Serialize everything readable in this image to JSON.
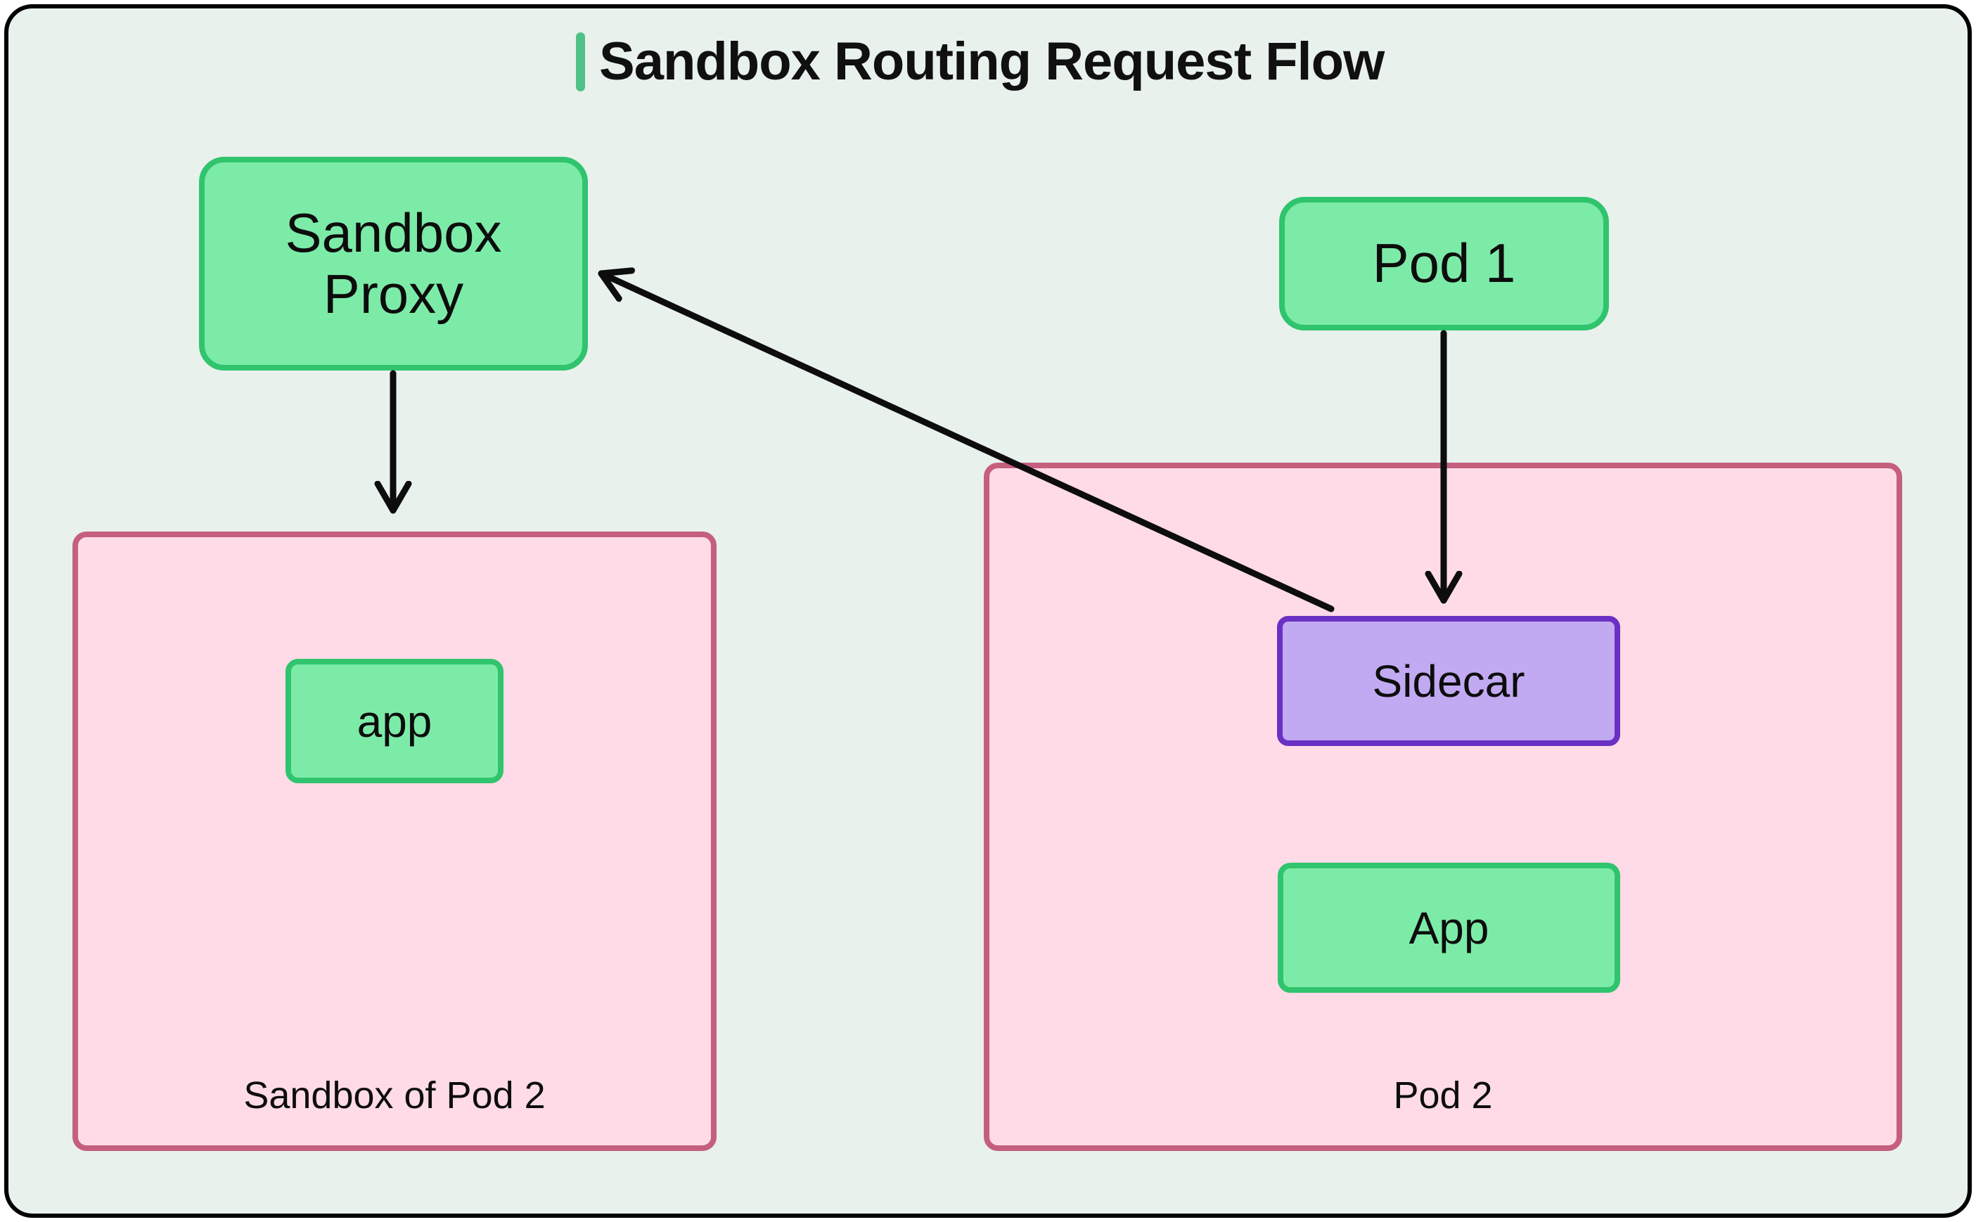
{
  "title": "Sandbox Routing Request Flow",
  "nodes": {
    "sandbox_proxy": {
      "lines": [
        "Sandbox",
        "Proxy"
      ]
    },
    "pod1": {
      "label": "Pod 1"
    },
    "app_sandbox": {
      "label": "app"
    },
    "sidecar": {
      "label": "Sidecar"
    },
    "app_pod2": {
      "label": "App"
    }
  },
  "containers": {
    "sandbox_of_pod2": {
      "label": "Sandbox of Pod 2"
    },
    "pod2": {
      "label": "Pod 2"
    }
  },
  "edges": [
    {
      "from": "Sandbox Proxy",
      "to": "Sandbox of Pod 2",
      "style": "arrow"
    },
    {
      "from": "Pod 1",
      "to": "Sidecar",
      "style": "arrow"
    },
    {
      "from": "Sidecar",
      "to": "Sandbox Proxy",
      "style": "arrow"
    }
  ],
  "colors": {
    "canvas_bg": "#e9f1ed",
    "frame_border": "#000000",
    "title_accent": "#4fc287",
    "node_green_fill": "#7deba8",
    "node_green_border": "#2fc46d",
    "container_pink_fill": "#ffdbe7",
    "container_pink_border": "#c55f7e",
    "sidecar_purple_fill": "#c2aaf2",
    "sidecar_purple_border": "#6a30c3",
    "arrow": "#0d0d0d",
    "text": "#0d0d0d"
  }
}
